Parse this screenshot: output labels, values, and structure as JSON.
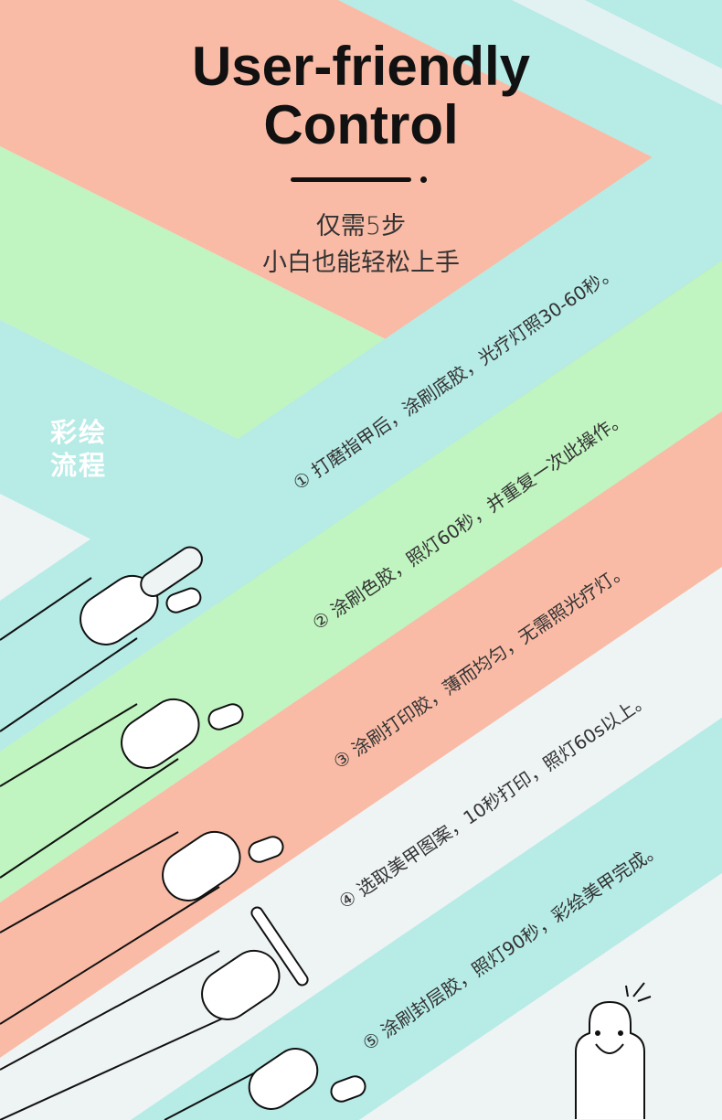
{
  "header": {
    "title_line1": "User-friendly",
    "title_line2": "Control",
    "subtitle_line1": "仅需5步",
    "subtitle_line2": "小白也能轻松上手"
  },
  "section_label_line1": "彩绘",
  "section_label_line2": "流程",
  "steps": [
    "① 打磨指甲后，涂刷底胶，光疗灯照30-60秒。",
    "② 涂刷色胶，照灯60秒，并重复一次此操作。",
    "③ 涂刷打印胶，薄而均匀，无需照光疗灯。",
    "④ 选取美甲图案，10秒打印，照灯60s以上。",
    "⑤ 涂刷封层胶，照灯90秒，彩绘美甲完成。"
  ],
  "colors": {
    "teal": "#b6ebe6",
    "green": "#c0f4c0",
    "salmon": "#f9bba6",
    "gray": "#eef3f4"
  }
}
